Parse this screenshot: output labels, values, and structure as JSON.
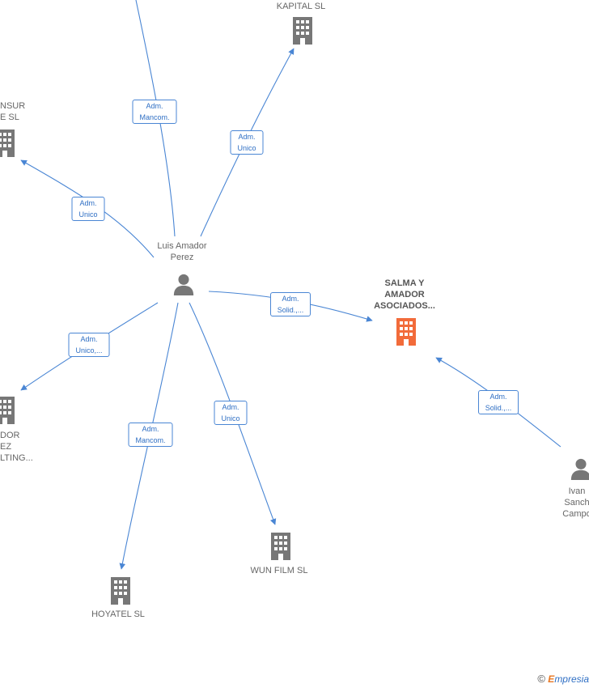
{
  "nodes": {
    "person_luis": {
      "label": "Luis Amador\nPerez"
    },
    "company_kapital": {
      "label": "KAPITAL  SL"
    },
    "company_nsur": {
      "label": "NSUR\nE  SL"
    },
    "company_salma": {
      "label": "SALMA Y\nAMADOR\nASOCIADOS..."
    },
    "company_ador": {
      "label": "DOR\nEZ\nLTING..."
    },
    "company_hoyatel": {
      "label": "HOYATEL  SL"
    },
    "company_wunfilm": {
      "label": "WUN FILM  SL"
    },
    "person_ivan": {
      "label": "Ivan\nSanch\nCampo"
    }
  },
  "edges": [
    {
      "id": "top",
      "label": "Adm.\nMancom."
    },
    {
      "id": "kapital",
      "label": "Adm.\nUnico"
    },
    {
      "id": "nsur",
      "label": "Adm.\nUnico"
    },
    {
      "id": "salma",
      "label": "Adm.\nSolid.,..."
    },
    {
      "id": "ador",
      "label": "Adm.\nUnico,..."
    },
    {
      "id": "hoyatel",
      "label": "Adm.\nMancom."
    },
    {
      "id": "wunfilm",
      "label": "Adm.\nUnico"
    },
    {
      "id": "ivan",
      "label": "Adm.\nSolid.,..."
    }
  ],
  "colors": {
    "edge": "#4a86d4",
    "icon_gray": "#777777",
    "icon_highlight": "#f26b3a"
  },
  "watermark": {
    "copyright": "©",
    "brand_first": "E",
    "brand_rest": "mpresia"
  }
}
